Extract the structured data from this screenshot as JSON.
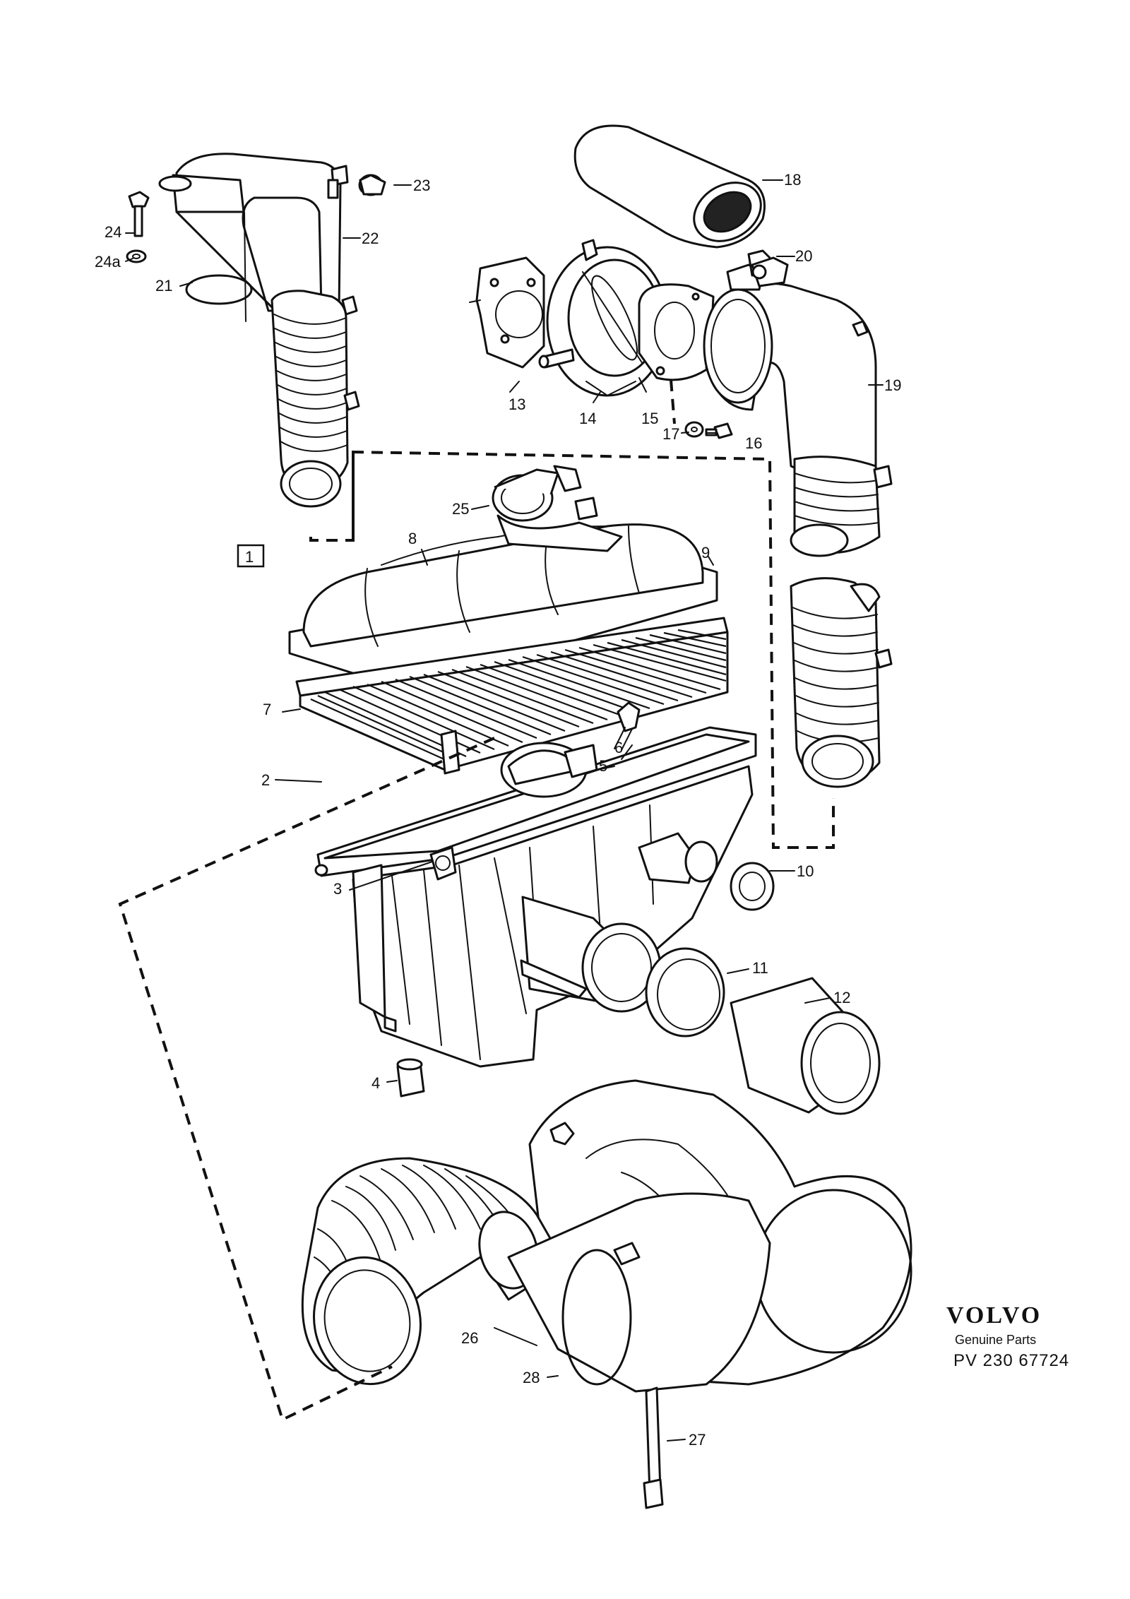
{
  "callouts": [
    "1",
    "2",
    "3",
    "4",
    "5",
    "6",
    "7",
    "8",
    "9",
    "10",
    "11",
    "12",
    "13",
    "14",
    "15",
    "16",
    "17",
    "18",
    "19",
    "20",
    "21",
    "22",
    "23",
    "24",
    "24a",
    "25",
    "26",
    "27",
    "28"
  ],
  "brand": {
    "name": "VOLVO",
    "subtitle": "Genuine Parts",
    "ref": "PV 230 67724"
  }
}
